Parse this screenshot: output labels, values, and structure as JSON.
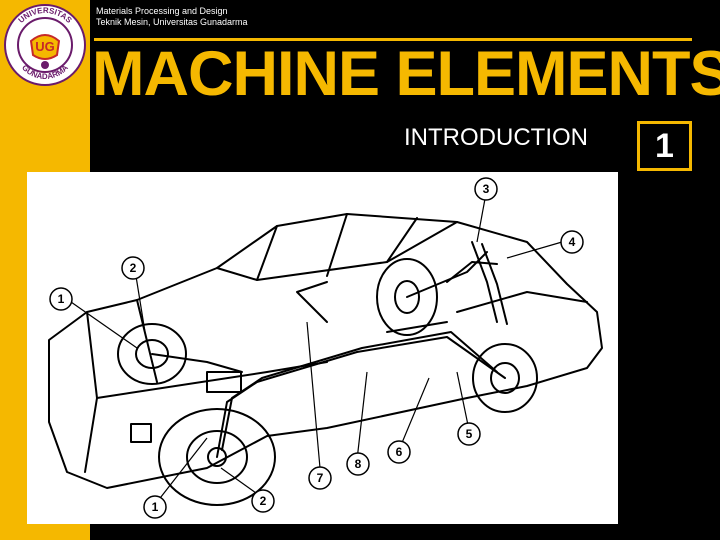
{
  "header": {
    "course_line": "Materials Processing and Design",
    "dept_line": "Teknik Mesin, Universitas Gunadarma"
  },
  "logo": {
    "top_text": "UNIVERSITAS",
    "bottom_text": "GUNADARMA",
    "center_text": "UG"
  },
  "title": "MACHINE ELEMENTS",
  "subtitle": "INTRODUCTION",
  "slide_number": "1",
  "figure": {
    "callouts": [
      "3",
      "4",
      "2",
      "1",
      "5",
      "6",
      "8",
      "7",
      "1",
      "2"
    ]
  },
  "colors": {
    "accent": "#f5b800",
    "background": "#000000",
    "text": "#ffffff"
  }
}
